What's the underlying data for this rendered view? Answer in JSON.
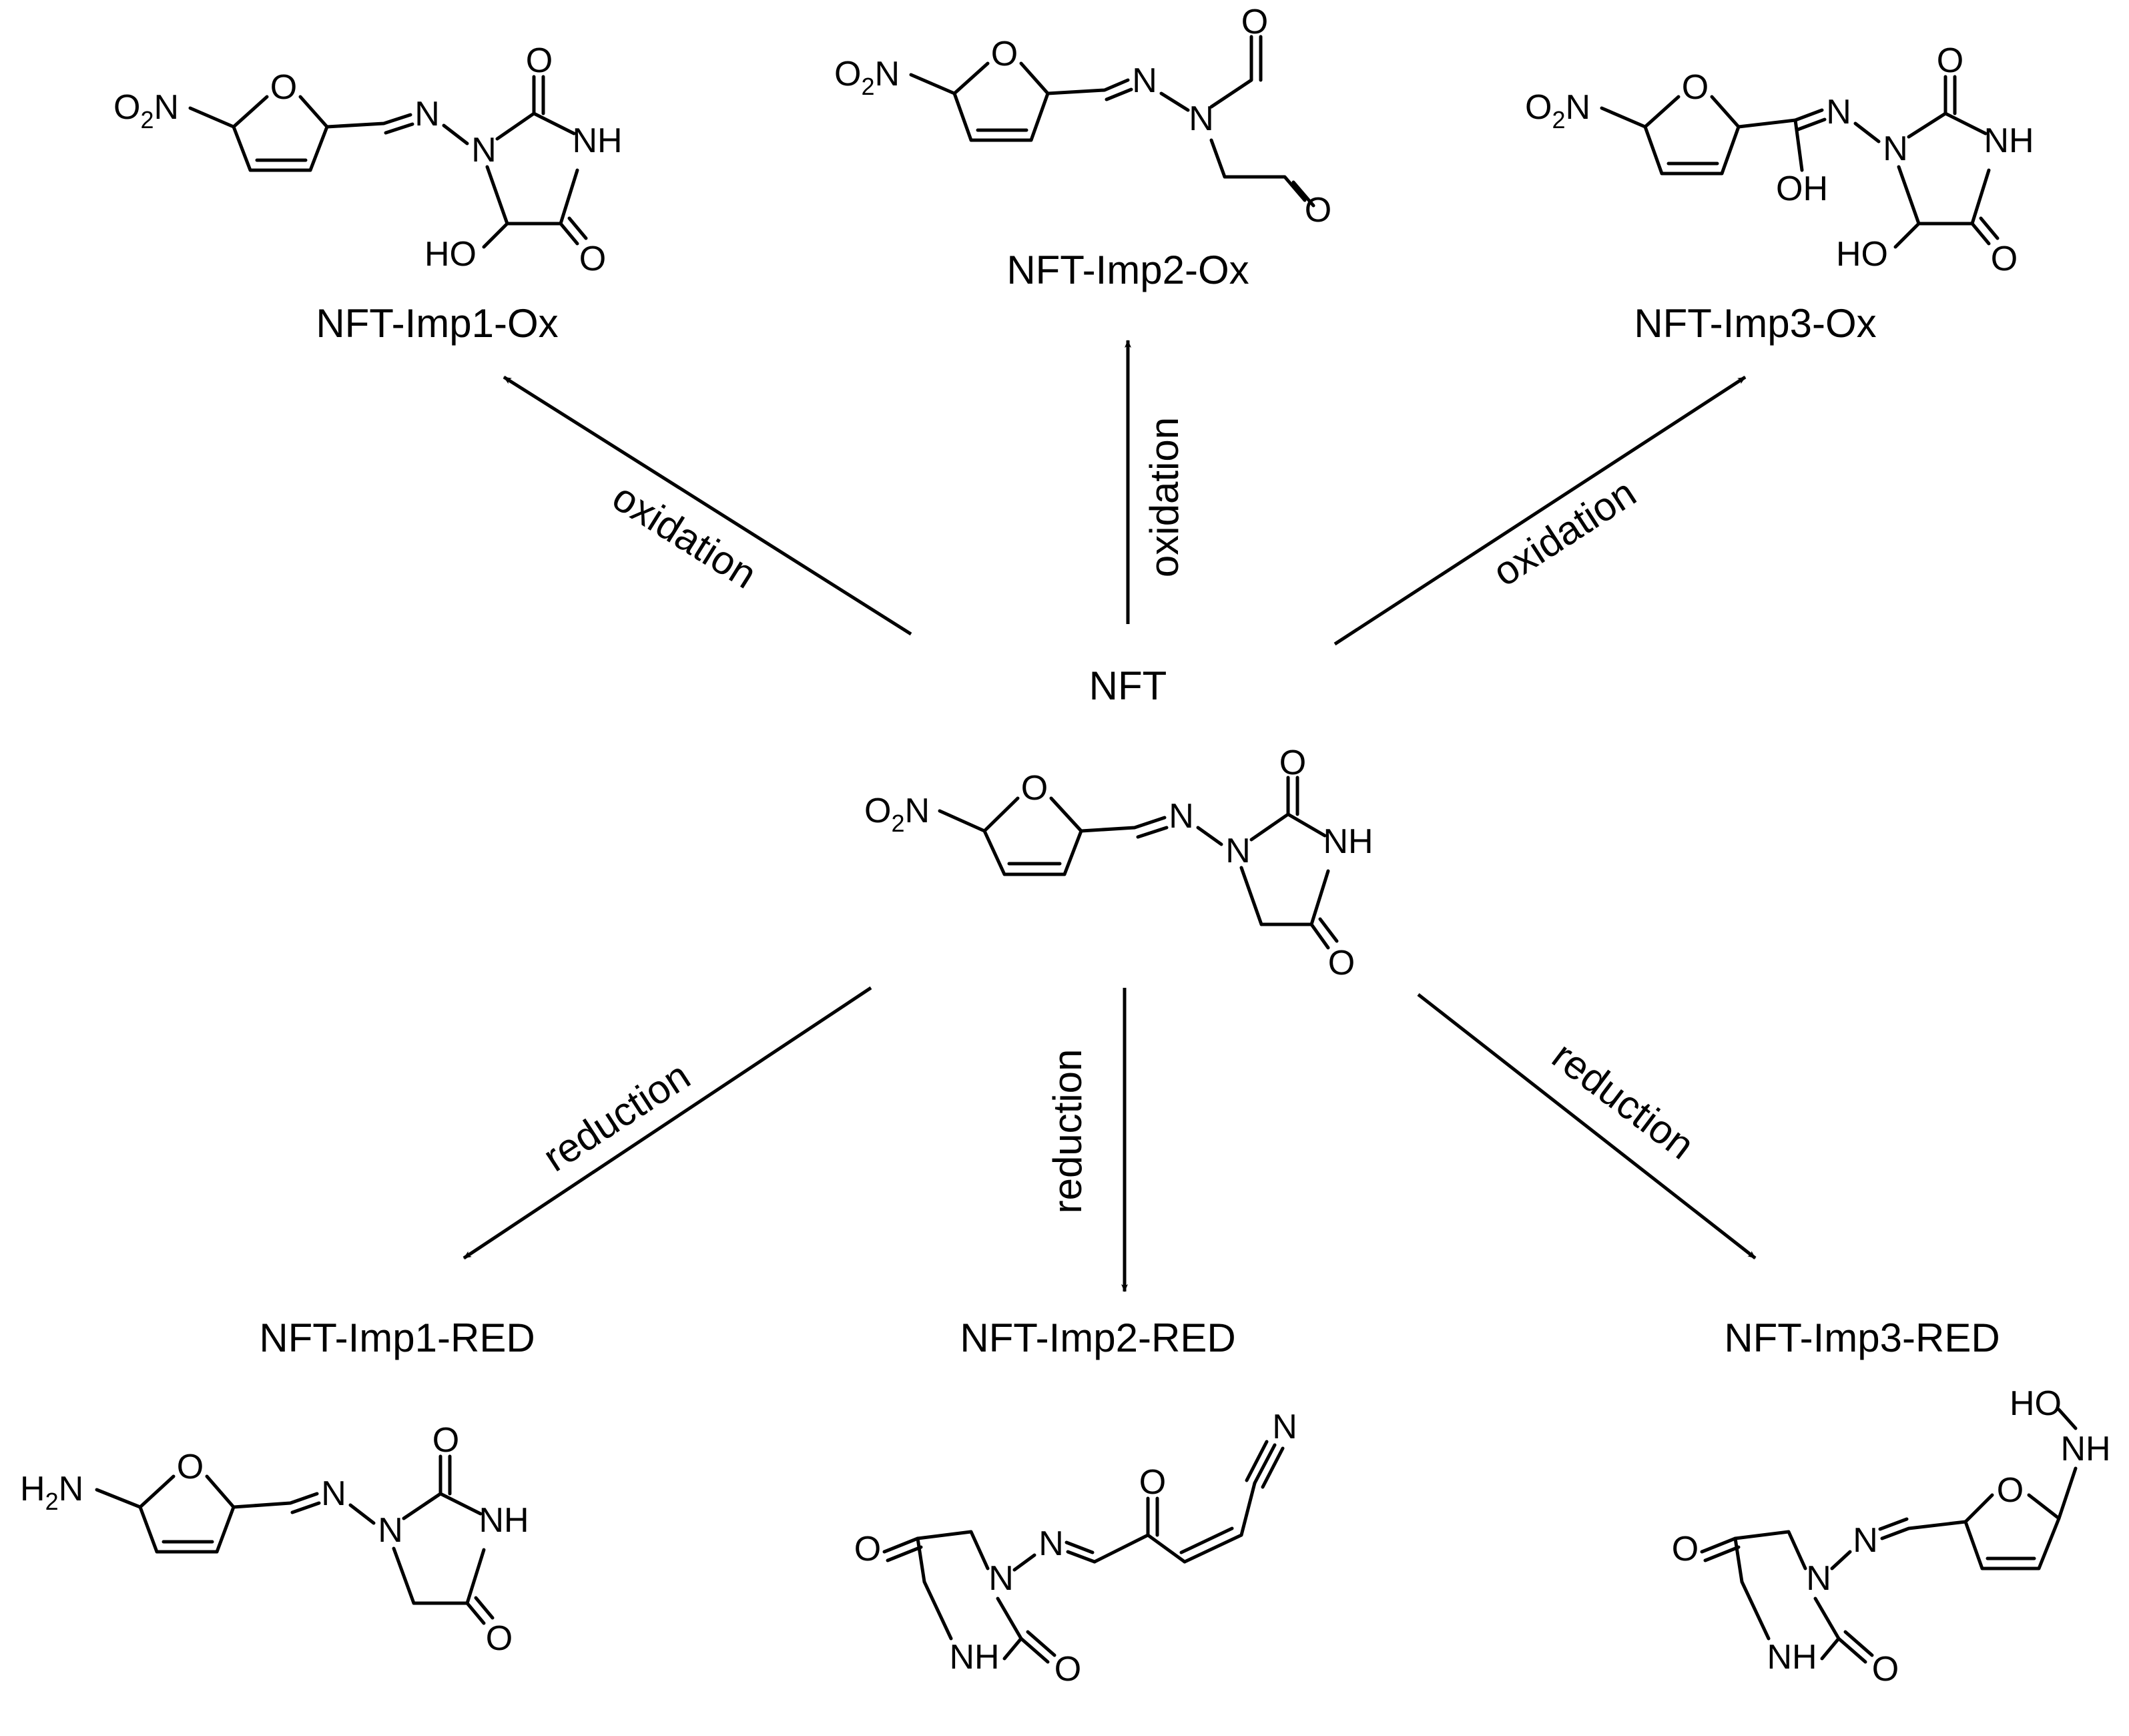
{
  "center": {
    "label": "NFT",
    "atoms": {
      "o2": "O",
      "o2sub": "2",
      "n": "N",
      "o": "O",
      "imine_n": "N",
      "ring_n": "N",
      "nh": "NH",
      "co_top": "O",
      "co_bot": "O"
    }
  },
  "oxidation": {
    "step_label": "oxidation",
    "products": [
      {
        "label": "NFT-Imp1-Ox",
        "atoms": {
          "o2": "O",
          "o2sub": "2",
          "n": "N",
          "o": "O",
          "imine_n": "N",
          "ring_n": "N",
          "nh": "NH",
          "co_top": "O",
          "co_bot": "O",
          "ho": "HO"
        }
      },
      {
        "label": "NFT-Imp2-Ox",
        "atoms": {
          "o2": "O",
          "o2sub": "2",
          "n": "N",
          "o": "O",
          "imine_n": "N",
          "amine_n": "N",
          "cho_o": "O",
          "ald_o": "O"
        }
      },
      {
        "label": "NFT-Imp3-Ox",
        "atoms": {
          "o2": "O",
          "o2sub": "2",
          "n": "N",
          "o": "O",
          "imine_n": "N",
          "ring_n": "N",
          "nh": "NH",
          "co_top": "O",
          "co_bot": "O",
          "oh": "OH",
          "ho": "HO"
        }
      }
    ]
  },
  "reduction": {
    "step_label": "reduction",
    "products": [
      {
        "label": "NFT-Imp1-RED",
        "atoms": {
          "h2": "H",
          "h2sub": "2",
          "n": "N",
          "o": "O",
          "imine_n": "N",
          "ring_n": "N",
          "nh": "NH",
          "co_top": "O",
          "co_bot": "O"
        }
      },
      {
        "label": "NFT-Imp2-RED",
        "atoms": {
          "cn_n": "N",
          "keto_o": "O",
          "imine_n": "N",
          "ring_n": "N",
          "nh": "NH",
          "co_left": "O",
          "co_bot": "O"
        }
      },
      {
        "label": "NFT-Imp3-RED",
        "atoms": {
          "ho": "HO",
          "nh_top": "NH",
          "o": "O",
          "imine_n": "N",
          "ring_n": "N",
          "nh": "NH",
          "co_left": "O",
          "co_bot": "O"
        }
      }
    ]
  }
}
